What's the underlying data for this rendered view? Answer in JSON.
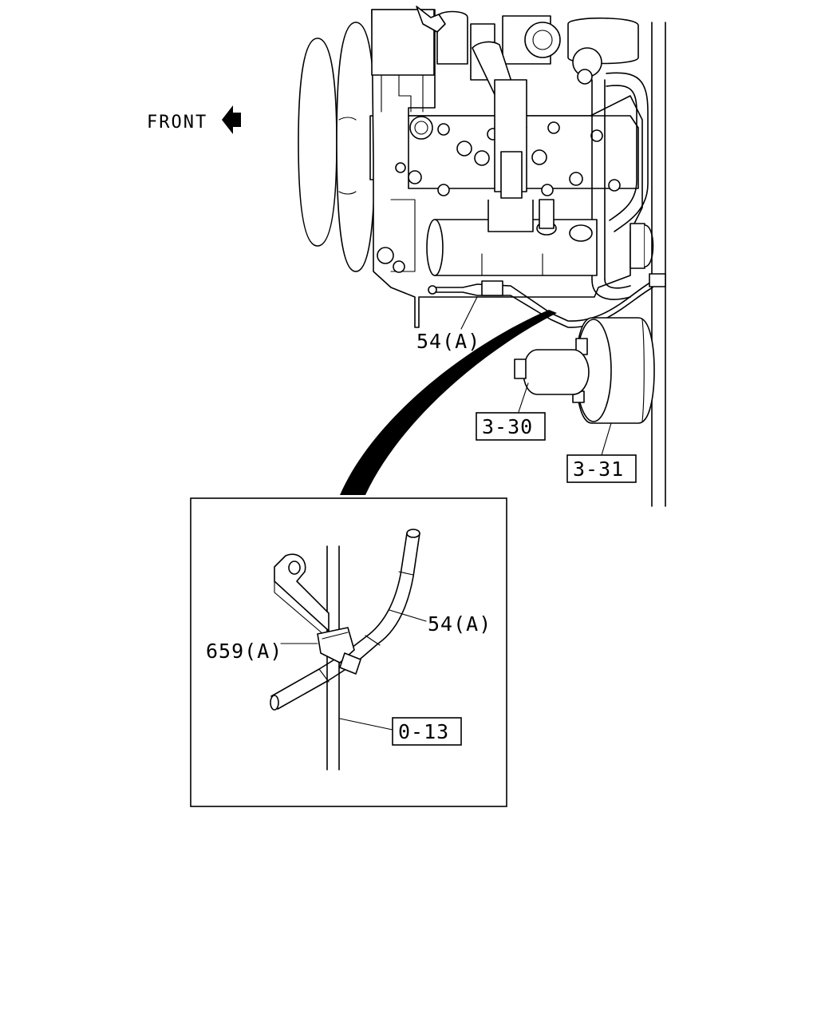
{
  "direction": {
    "front_label": "FRONT",
    "arrow_icon": "left-arrow-icon"
  },
  "callouts": {
    "cable_top": "54(A)",
    "cable_detail": "54(A)",
    "clip": "659(A)",
    "ref_3_30": "3-30",
    "ref_3_31": "3-31",
    "ref_0_13": "0-13"
  }
}
